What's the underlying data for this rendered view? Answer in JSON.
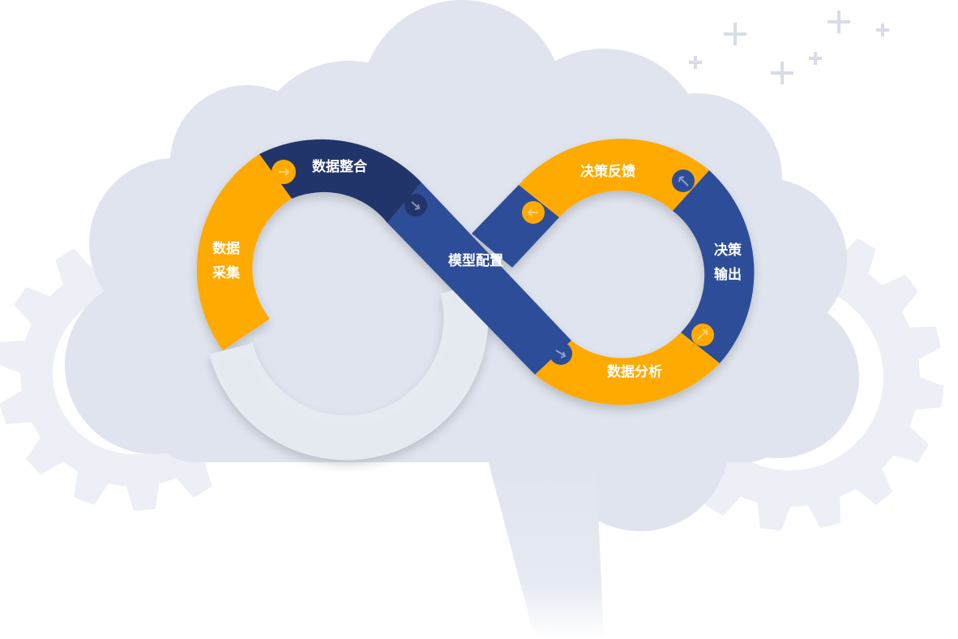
{
  "stages": {
    "collect_line1": "数据",
    "collect_line2": "采集",
    "integrate": "数据整合",
    "model": "模型配置",
    "analyze": "数据分析",
    "output_line1": "决策",
    "output_line2": "输出",
    "feedback": "决策反馈"
  },
  "icons": [
    "brain-cloud-icon",
    "gear-icon",
    "plus-icon",
    "arrow-right-icon"
  ],
  "colors": {
    "brain": "#dfe4ee",
    "gear": "#eceff5",
    "orange": "#ffaa00",
    "blue": "#2e4e98",
    "dark_blue": "#23346b",
    "plus_marks": "#d7dce6",
    "label": "#ffffff"
  }
}
